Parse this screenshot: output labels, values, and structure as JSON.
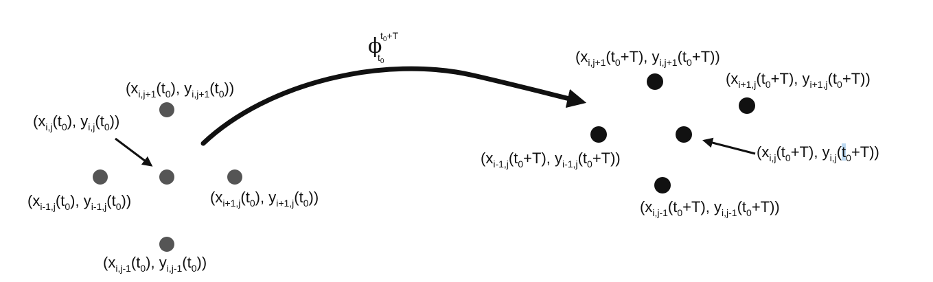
{
  "flow_map": {
    "symbol": "ϕ",
    "sup_t": "t",
    "sup_sub": "0",
    "sup_rest": "+T",
    "sub_t": "t",
    "sub_sub": "0"
  },
  "left_grid": {
    "center": {
      "x": "x",
      "y": "y",
      "sub": "i,j",
      "time": "t",
      "time_sub": "0",
      "time_rest": ""
    },
    "top": {
      "x": "x",
      "y": "y",
      "sub": "i,j+1",
      "time": "t",
      "time_sub": "0",
      "time_rest": ""
    },
    "left": {
      "x": "x",
      "y": "y",
      "sub": "i-1,j",
      "time": "t",
      "time_sub": "0",
      "time_rest": ""
    },
    "right": {
      "x": "x",
      "y": "y",
      "sub": "i+1,j",
      "time": "t",
      "time_sub": "0",
      "time_rest": ""
    },
    "bottom": {
      "x": "x",
      "y": "y",
      "sub": "i,j-1",
      "time": "t",
      "time_sub": "0",
      "time_rest": ""
    }
  },
  "right_grid": {
    "center": {
      "x": "x",
      "y": "y",
      "sub": "i,j",
      "time": "t",
      "time_sub": "0",
      "time_rest": "+T"
    },
    "top": {
      "x": "x",
      "y": "y",
      "sub": "i,j+1",
      "time": "t",
      "time_sub": "0",
      "time_rest": "+T"
    },
    "left": {
      "x": "x",
      "y": "y",
      "sub": "i-1,j",
      "time": "t",
      "time_sub": "0",
      "time_rest": "+T"
    },
    "right": {
      "x": "x",
      "y": "y",
      "sub": "i+1,j",
      "time": "t",
      "time_sub": "0",
      "time_rest": "+T"
    },
    "bottom": {
      "x": "x",
      "y": "y",
      "sub": "i,j-1",
      "time": "t",
      "time_sub": "0",
      "time_rest": "+T"
    }
  },
  "colors": {
    "left_dot": "#555555",
    "right_dot": "#111111",
    "highlight": "#bcd9f2"
  }
}
